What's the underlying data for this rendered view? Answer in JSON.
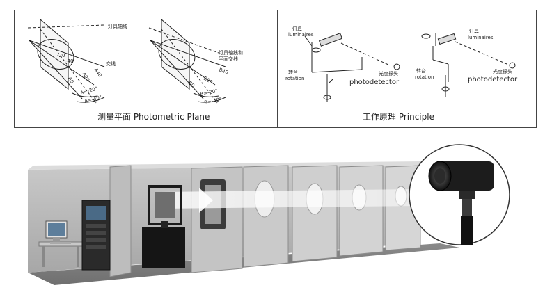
{
  "photometric_plane": {
    "caption": "测量平面 Photometric Plane",
    "left": {
      "luminaire_axis": "灯具轴线",
      "intersection": "交线",
      "angles": [
        "A40",
        "A20",
        "A0"
      ],
      "small_angles": [
        "A=-20°",
        "A=-40°"
      ],
      "inner_marks": [
        "-20",
        "-40"
      ]
    },
    "right": {
      "axis_label_1": "灯具轴线和",
      "axis_label_2": "平面交线",
      "angles": [
        "B40",
        "B20",
        "B0"
      ],
      "small_angles": [
        "B=-20°",
        "B=-40°"
      ]
    }
  },
  "principle": {
    "caption": "工作原理 Principle",
    "left": {
      "luminaire_cn": "灯具",
      "luminaire_en": "luminaires",
      "rotation_cn": "转台",
      "rotation_en": "rotation",
      "detector_cn": "光度探头",
      "detector_en": "photodetector"
    },
    "right": {
      "luminaire_cn": "灯具",
      "luminaire_en": "luminaires",
      "rotation_cn": "转台",
      "rotation_en": "rotation",
      "detector_cn": "光度探头",
      "detector_en": "photodetector"
    }
  }
}
